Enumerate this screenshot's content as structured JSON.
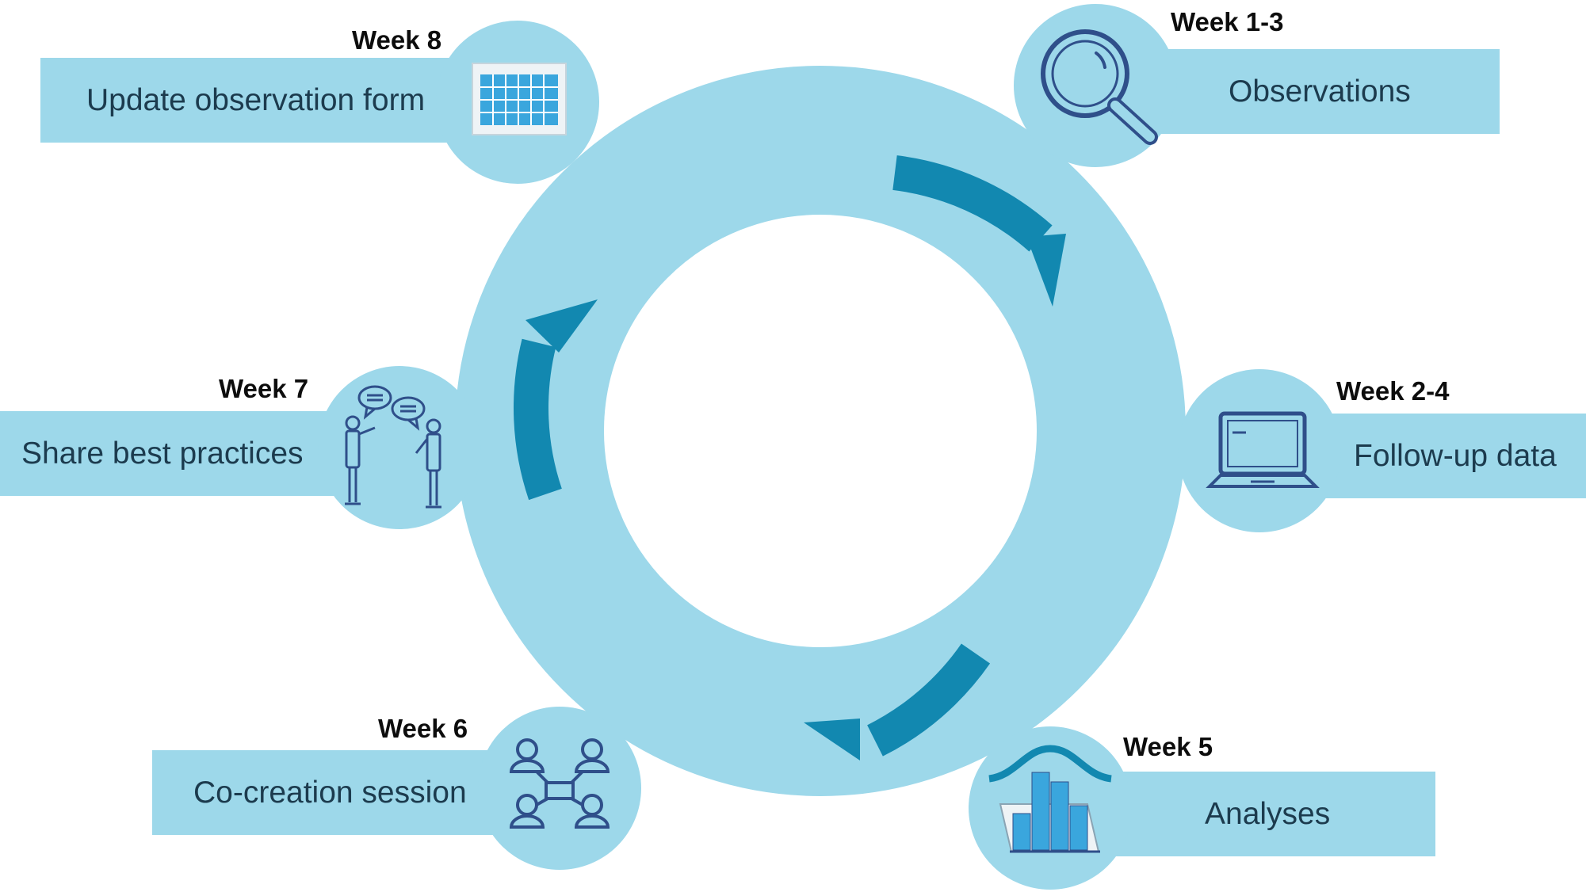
{
  "steps": [
    {
      "id": "observations",
      "week": "Week 1-3",
      "label": "Observations",
      "icon": "magnifier-icon"
    },
    {
      "id": "followup",
      "week": "Week 2-4",
      "label": "Follow-up data",
      "icon": "laptop-icon"
    },
    {
      "id": "analyses",
      "week": "Week 5",
      "label": "Analyses",
      "icon": "bar-chart-icon"
    },
    {
      "id": "cocreation",
      "week": "Week 6",
      "label": "Co-creation session",
      "icon": "group-network-icon"
    },
    {
      "id": "share",
      "week": "Week 7",
      "label": "Share best practices",
      "icon": "people-talking-icon"
    },
    {
      "id": "update",
      "week": "Week 8",
      "label": "Update observation form",
      "icon": "table-form-icon"
    }
  ],
  "colors": {
    "ring": "#9dd8ea",
    "arrow": "#1288b0",
    "icon_stroke": "#2f4f8a",
    "icon_fill": "#3aa6dd",
    "text": "#1c3b4e"
  }
}
